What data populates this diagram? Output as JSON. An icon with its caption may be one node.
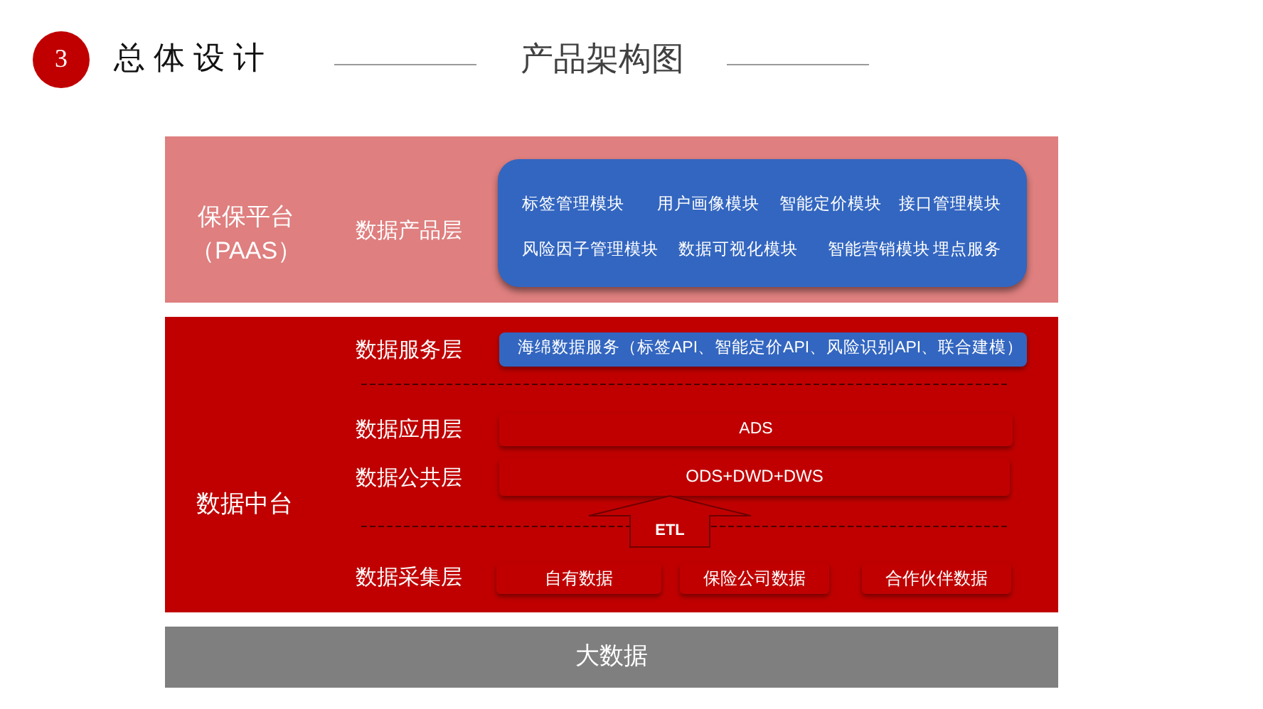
{
  "diagram": {
    "title": "产品架构图",
    "nodes": [
      {
        "text": [
          "3"
        ],
        "beside": [
          "总体设计"
        ]
      },
      {
        "text": [
          "保保平台（PAAS）",
          "数据产品层"
        ]
      },
      {
        "text": [
          "标签管理模块",
          "用户画像模块",
          "智能定价模块",
          "接口管理模块",
          "风险因子管理模块",
          "数据可视化模块",
          "智能营销模块",
          "埋点服务"
        ],
        "in": 1
      },
      {
        "text": [
          "数据中台",
          "数据服务层",
          "数据应用层",
          "数据公共层",
          "数据采集层"
        ]
      },
      {
        "text": [
          "海绵数据服务（标签API、智能定价API、风险识别API、联合建模）"
        ],
        "in": 3
      },
      {
        "text": [
          "ADS"
        ],
        "in": 3
      },
      {
        "text": [
          "ODS+DWD+DWS"
        ],
        "in": 3
      },
      {
        "text": [
          "自有数据"
        ],
        "in": 3
      },
      {
        "text": [
          "保险公司数据"
        ],
        "in": 3
      },
      {
        "text": [
          "合作伙伴数据"
        ],
        "in": 3
      },
      {
        "text": [
          "大数据"
        ]
      }
    ],
    "edges": [
      {
        "from": null,
        "to": 6,
        "arrow": "to",
        "label": "ETL"
      }
    ]
  }
}
